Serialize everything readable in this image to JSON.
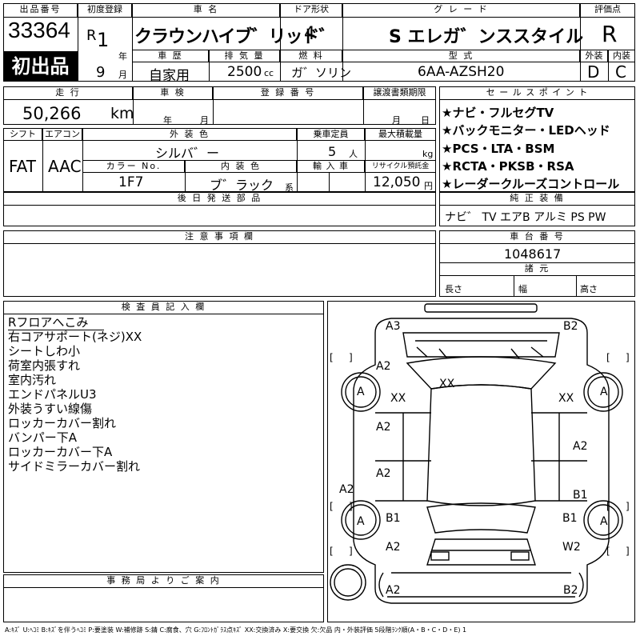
{
  "header": {
    "lot_label": "出品番号",
    "lot_number": "33364",
    "first_listing": "初出品",
    "first_reg_label": "初度登録",
    "era": "R",
    "year": "1",
    "year_unit": "年",
    "month": "9",
    "month_unit": "月",
    "car_name_label": "車 名",
    "car_name": "クラウンハイブ゛リッド゛",
    "doors_label": "ドア形状",
    "doors": "4",
    "grade_label": "グ レ ー ド",
    "grade": "S エレガ゛ンススタイル",
    "score_label": "評価点",
    "score": "R",
    "history_label": "車 歴",
    "history": "自家用",
    "displacement_label": "排 気 量",
    "displacement": "2500",
    "displacement_unit": "cc",
    "fuel_label": "燃 料",
    "fuel": "ガ゛ソリン",
    "model_label": "型 式",
    "model": "6AA-AZSH20",
    "exterior_label": "外装",
    "exterior": "D",
    "interior_label": "内装",
    "interior": "C"
  },
  "row2": {
    "mileage_label": "走 行",
    "mileage": "50,266",
    "mileage_unit": "km",
    "inspection_label": "車 検",
    "year_unit": "年",
    "month_unit": "月",
    "reg_no_label": "登 録 番 号",
    "transfer_label": "譲渡書類期限",
    "day_unit": "日"
  },
  "specs": {
    "shift_label": "シフト",
    "shift": "FAT",
    "ac_label": "エアコン",
    "ac": "AAC",
    "color_label": "外 装 色",
    "color": "シルバ゛ー",
    "capacity_label": "乗車定員",
    "capacity": "5",
    "capacity_unit": "人",
    "load_label": "最大積載量",
    "load_unit": "kg",
    "color_no_label": "カラー No.",
    "color_no": "1F7",
    "int_color_label": "内 装 色",
    "int_color": "ブ゛ラック",
    "int_color_unit": "系",
    "import_label": "輸 入 車",
    "recycle_label": "リサイクル預託金",
    "recycle": "12,050",
    "recycle_unit": "円"
  },
  "selling_points": {
    "label": "セ ー ル ス ポ イ ン ト",
    "items": [
      "★ナビ・フルセグTV",
      "★バックモニター・LEDヘッド",
      "★PCS・LTA・BSM",
      "★RCTA・PKSB・RSA",
      "★レーダークルーズコントロール"
    ]
  },
  "later_parts_label": "後 日 発 送 部 品",
  "equipment": {
    "label": "純 正 装 備",
    "value": "ナビ゛ TV エアB アルミ PS PW"
  },
  "notes_label": "注 意 事 項 欄",
  "chassis": {
    "label": "車 台 番 号",
    "value": "1048617",
    "dims_label": "諸 元",
    "length_label": "長さ",
    "width_label": "幅",
    "height_label": "高さ"
  },
  "inspector": {
    "label": "検 査 員 記 入 欄",
    "lines": [
      "Rフロアへこみ",
      "右コアサポート(ネジ)XX",
      "シートしわ小",
      "荷室内張すれ",
      "室内汚れ",
      "エンドパネルU3",
      "外装うすい線傷",
      "ロッカーカバー割れ",
      "バンパー下A",
      "ロッカーカバー下A",
      "サイドミラーカバー割れ"
    ]
  },
  "office_label": "事 務 局 よ り ご 案 内",
  "diagram_codes": {
    "a3": "A3",
    "b2_top": "B2",
    "a2_1": "A2",
    "xx_center": "XX",
    "a_left_front": "A",
    "xx_left": "XX",
    "xx_right": "XX",
    "a_right_front": "A",
    "a2_2": "A2",
    "a2_3": "A2",
    "a2_4": "A2",
    "a2_5": "A2",
    "b1_right": "B1",
    "a_left_rear": "A",
    "b1_left": "B1",
    "b1_right_rear": "B1",
    "a_right_rear": "A",
    "a2_6": "A2",
    "w2": "W2",
    "a2_7": "A2",
    "b2_bottom": "B2"
  },
  "legend": "A:ｷｽﾞ U:ﾍｺﾐ B:ｷｽﾞを伴うﾍｺﾐ P:要塗装 W:補修跡 S:錆 C:腐食、穴 G:ﾌﾛﾝﾄｶﾞﾗｽ点ｷｽﾞ XX:交換済み X:要交換 欠:欠品 内・外装評価 5段階ﾗﾝｸ順(A・B・C・D・E) 1"
}
